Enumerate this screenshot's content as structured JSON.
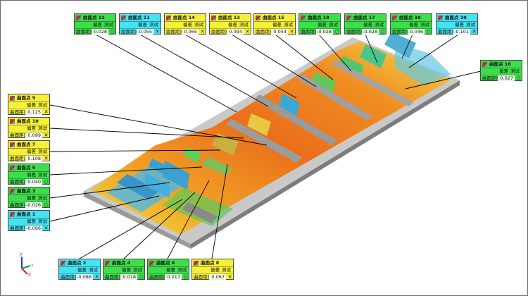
{
  "viewport": {
    "axes": {
      "z": "Z",
      "y": "Y",
      "x": "X"
    }
  },
  "colors": {
    "green": "#3dde4a",
    "cyan": "#45e3f2",
    "yellow": "#f5f03a"
  },
  "callout_fields": {
    "deviation": "偏差",
    "test": "测试",
    "surface_distance": "曲面距离"
  },
  "callouts": [
    {
      "id": "c12",
      "name": "曲面点 12",
      "value": "0.028",
      "status": "○",
      "color": "green"
    },
    {
      "id": "c11",
      "name": "曲面点 11",
      "value": "-0.055",
      "status": "✕",
      "color": "cyan"
    },
    {
      "id": "c14",
      "name": "曲面点 14",
      "value": "0.065",
      "status": "✕",
      "color": "yellow"
    },
    {
      "id": "c13",
      "name": "曲面点 13",
      "value": "0.094",
      "status": "✕",
      "color": "yellow"
    },
    {
      "id": "c15",
      "name": "曲面点 15",
      "value": "0.054",
      "status": "✕",
      "color": "yellow"
    },
    {
      "id": "c18",
      "name": "曲面点 18",
      "value": "-0.028",
      "status": "○",
      "color": "green"
    },
    {
      "id": "c17",
      "name": "曲面点 17",
      "value": "-0.028",
      "status": "○",
      "color": "green"
    },
    {
      "id": "c19",
      "name": "曲面点 19",
      "value": "-0.046",
      "status": "○",
      "color": "green"
    },
    {
      "id": "c20",
      "name": "曲面点 20",
      "value": "-0.101",
      "status": "✕",
      "color": "cyan"
    },
    {
      "id": "c16",
      "name": "曲面点 16",
      "value": "0.027",
      "status": "○",
      "color": "green"
    },
    {
      "id": "c9",
      "name": "曲面点 9",
      "value": "0.125",
      "status": "✕",
      "color": "yellow"
    },
    {
      "id": "c10",
      "name": "曲面点 10",
      "value": "0.099",
      "status": "✕",
      "color": "yellow"
    },
    {
      "id": "c7",
      "name": "曲面点 7",
      "value": "0.108",
      "status": "✕",
      "color": "yellow"
    },
    {
      "id": "c5",
      "name": "曲面点 5",
      "value": "0.040",
      "status": "○",
      "color": "green"
    },
    {
      "id": "c3",
      "name": "曲面点 3",
      "value": "-0.026",
      "status": "○",
      "color": "green"
    },
    {
      "id": "c1",
      "name": "曲面点 1",
      "value": "-0.096",
      "status": "✕",
      "color": "cyan"
    },
    {
      "id": "c2",
      "name": "曲面点 2",
      "value": "-0.086",
      "status": "✕",
      "color": "cyan"
    },
    {
      "id": "c4",
      "name": "曲面点 4",
      "value": "0.018",
      "status": "○",
      "color": "green"
    },
    {
      "id": "c6",
      "name": "曲面点 6",
      "value": "0.017",
      "status": "○",
      "color": "green"
    },
    {
      "id": "c8",
      "name": "曲面点 8",
      "value": "0.067",
      "status": "✕",
      "color": "yellow"
    }
  ]
}
